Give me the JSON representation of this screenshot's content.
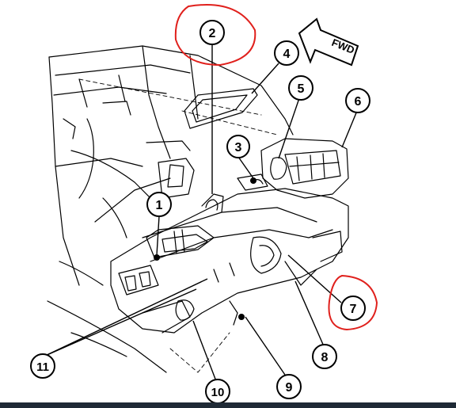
{
  "diagram": {
    "direction_label": "FWD",
    "callouts": [
      {
        "id": "c1",
        "label": "1",
        "highlighted": false
      },
      {
        "id": "c2",
        "label": "2",
        "highlighted": true
      },
      {
        "id": "c3",
        "label": "3",
        "highlighted": false
      },
      {
        "id": "c4",
        "label": "4",
        "highlighted": false
      },
      {
        "id": "c5",
        "label": "5",
        "highlighted": false
      },
      {
        "id": "c6",
        "label": "6",
        "highlighted": false
      },
      {
        "id": "c7",
        "label": "7",
        "highlighted": true
      },
      {
        "id": "c8",
        "label": "8",
        "highlighted": false
      },
      {
        "id": "c9",
        "label": "9",
        "highlighted": false
      },
      {
        "id": "c10",
        "label": "10",
        "highlighted": false
      },
      {
        "id": "c11",
        "label": "11",
        "highlighted": false
      }
    ],
    "colors": {
      "line": "#000000",
      "highlight": "#e0201c",
      "background": "#ffffff",
      "bottom_bar": "#1f2a36"
    }
  }
}
